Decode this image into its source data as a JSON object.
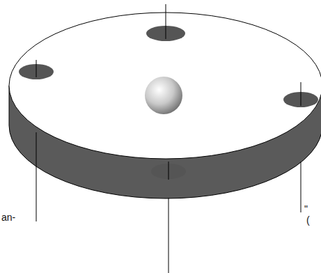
{
  "diagram": {
    "labels": [
      "an-",
      "\"",
      "("
    ]
  }
}
